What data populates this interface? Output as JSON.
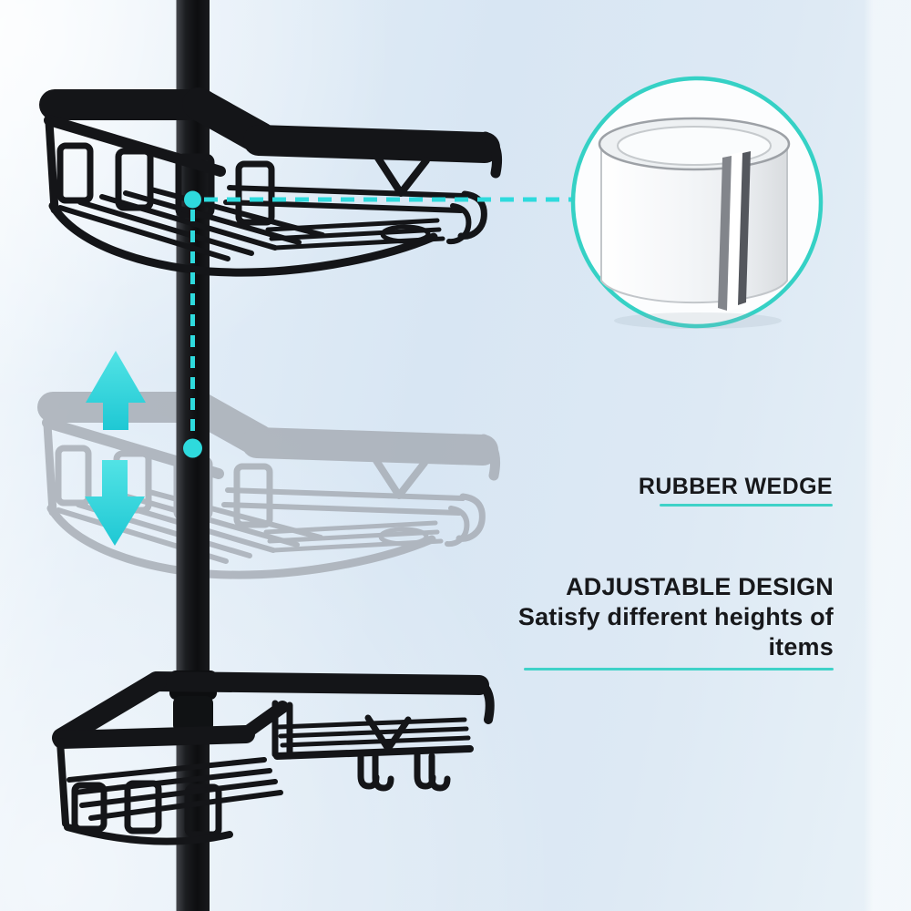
{
  "diagram": {
    "subject": "tension pole shower caddy feature diagram",
    "labels": {
      "rubber_wedge": "RUBBER WEDGE",
      "adjustable_title": "ADJUSTABLE DESIGN",
      "adjustable_subtitle": "Satisfy different heights of items"
    },
    "icons": {
      "up_arrow": "up-arrow-icon",
      "down_arrow": "down-arrow-icon",
      "anchor_dots": "anchor-dot-icon",
      "connectors": "dashed-connector",
      "inset": "zoom-circle-inset",
      "wedge": "rubber-wedge-illustration"
    },
    "colors": {
      "accent_cyan": "#2edadd",
      "ring_teal": "#35d1c5",
      "underline_teal": "#3fd2c8",
      "text_dark": "#17181b",
      "metal_black": "#141518",
      "ghost_gray": "#a6acb4",
      "background_blue": "#d8e6f3",
      "wedge_white": "#fbfcfd"
    }
  }
}
